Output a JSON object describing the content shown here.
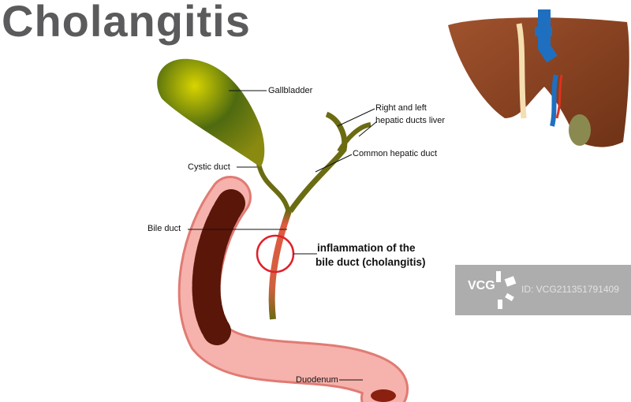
{
  "title": "Cholangitis",
  "labels": {
    "gallbladder": "Gallbladder",
    "hepatic_ducts_line1": "Right and left",
    "hepatic_ducts_line2": "hepatic ducts liver",
    "common_hepatic_duct": "Common hepatic duct",
    "cystic_duct": "Cystic duct",
    "bile_duct": "Bile duct",
    "inflammation_line1": "inflammation of the",
    "inflammation_line2": "bile duct (cholangitis)",
    "duodenum": "Duodenum"
  },
  "watermark": {
    "logo": "VCG",
    "id": "ID: VCG211351791409"
  },
  "colors": {
    "title": "#5b5b5d",
    "highlight_circle": "#e0202a",
    "liver": "#8a4020",
    "duct": "#6b6b12",
    "duodenum": "#f4a19c"
  }
}
